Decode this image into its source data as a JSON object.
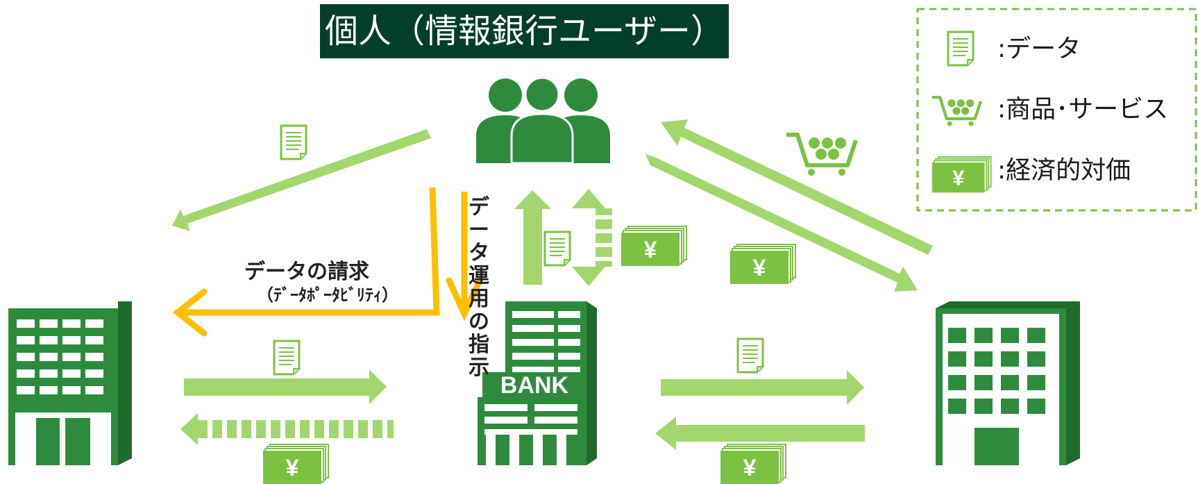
{
  "title": "個人（情報銀行ユーザー）",
  "legend": {
    "data_label": ":データ",
    "goods_label": ":商品･サービス",
    "payment_label": ":経済的対価"
  },
  "request": {
    "label": "データの請求",
    "sub_label": "（ﾃﾞｰﾀﾎﾟｰﾀﾋﾞﾘﾃｨ）"
  },
  "instruction_label": "データ運用の指示",
  "bank_sign": "BANK",
  "yen_symbol": "¥",
  "colors": {
    "dark_green": "#2e8b3e",
    "darker_green": "#1f6b2c",
    "light_green": "#9fd36b",
    "money_green": "#7cc142",
    "orange": "#ffbf00",
    "title_bg": "#033d2b"
  }
}
